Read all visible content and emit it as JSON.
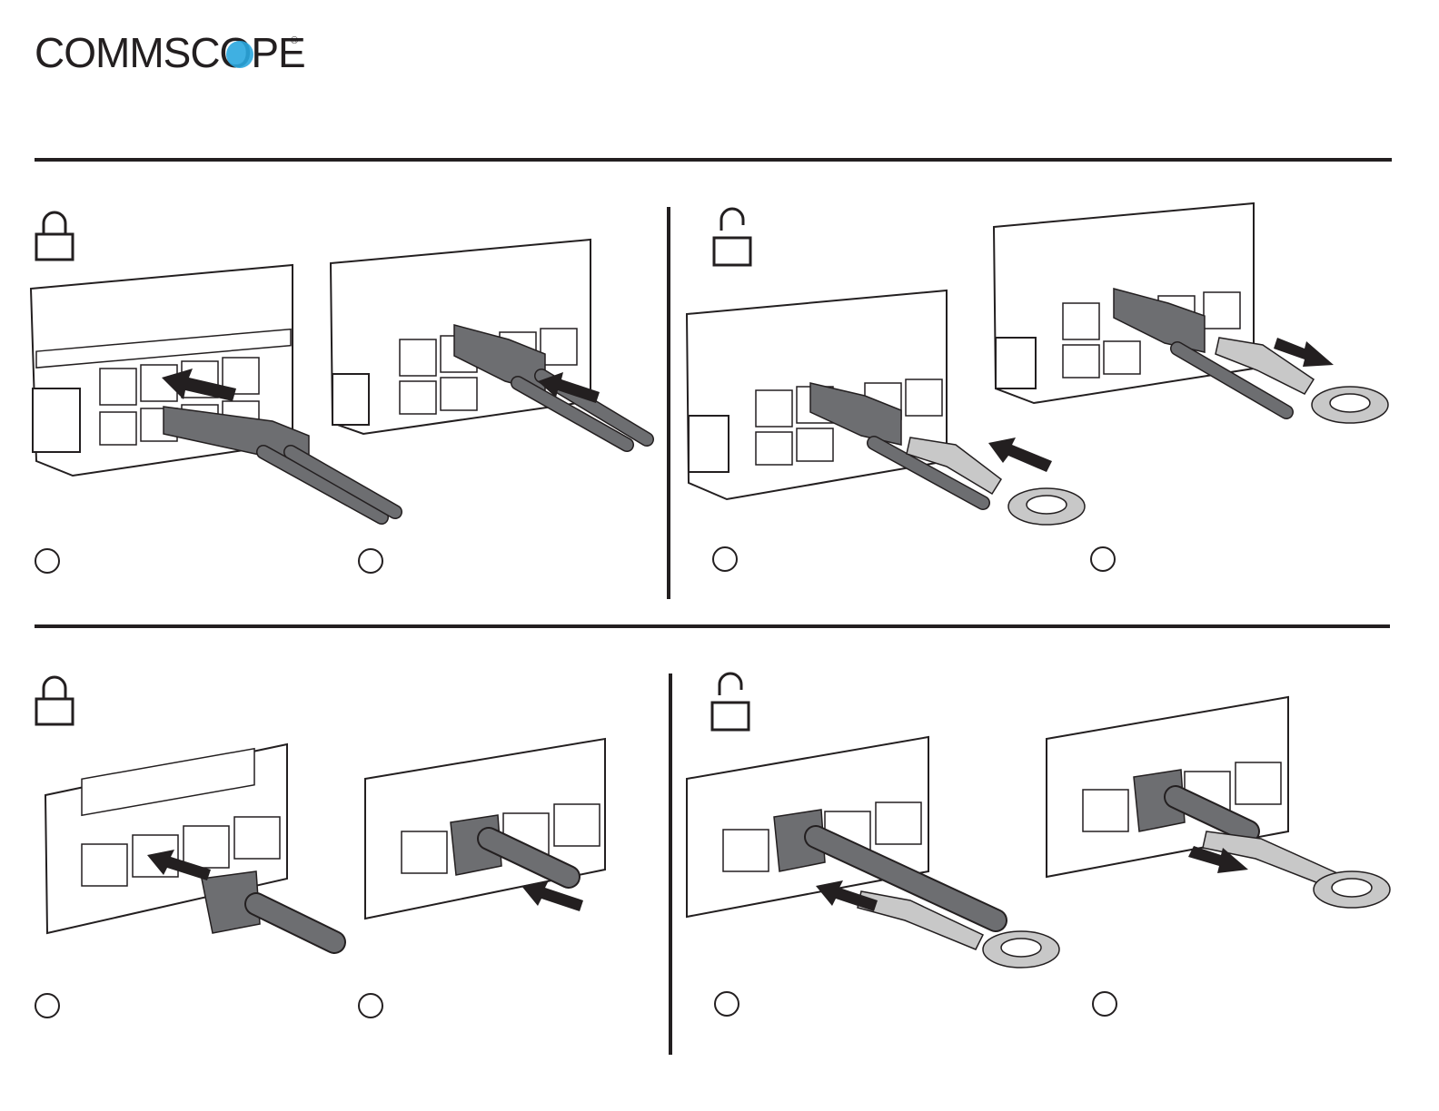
{
  "brand": {
    "name": "COMMSCOPE",
    "registered_mark": "®",
    "accent_color": "#2aa7df"
  },
  "sections": [
    {
      "id": "fiber",
      "panels": [
        {
          "mode": "locked",
          "lock_icon": "padlock-closed-icon",
          "steps": [
            "step-1",
            "step-2"
          ]
        },
        {
          "mode": "unlocked",
          "lock_icon": "padlock-open-icon",
          "steps": [
            "step-1",
            "step-2"
          ]
        }
      ]
    },
    {
      "id": "copper",
      "panels": [
        {
          "mode": "locked",
          "lock_icon": "padlock-closed-icon",
          "steps": [
            "step-1",
            "step-2"
          ]
        },
        {
          "mode": "unlocked",
          "lock_icon": "padlock-open-icon",
          "steps": [
            "step-1",
            "step-2"
          ]
        }
      ]
    }
  ],
  "colors": {
    "ink": "#231f20",
    "connector_gray": "#6d6e71",
    "tool_gray": "#c8c8c8"
  }
}
